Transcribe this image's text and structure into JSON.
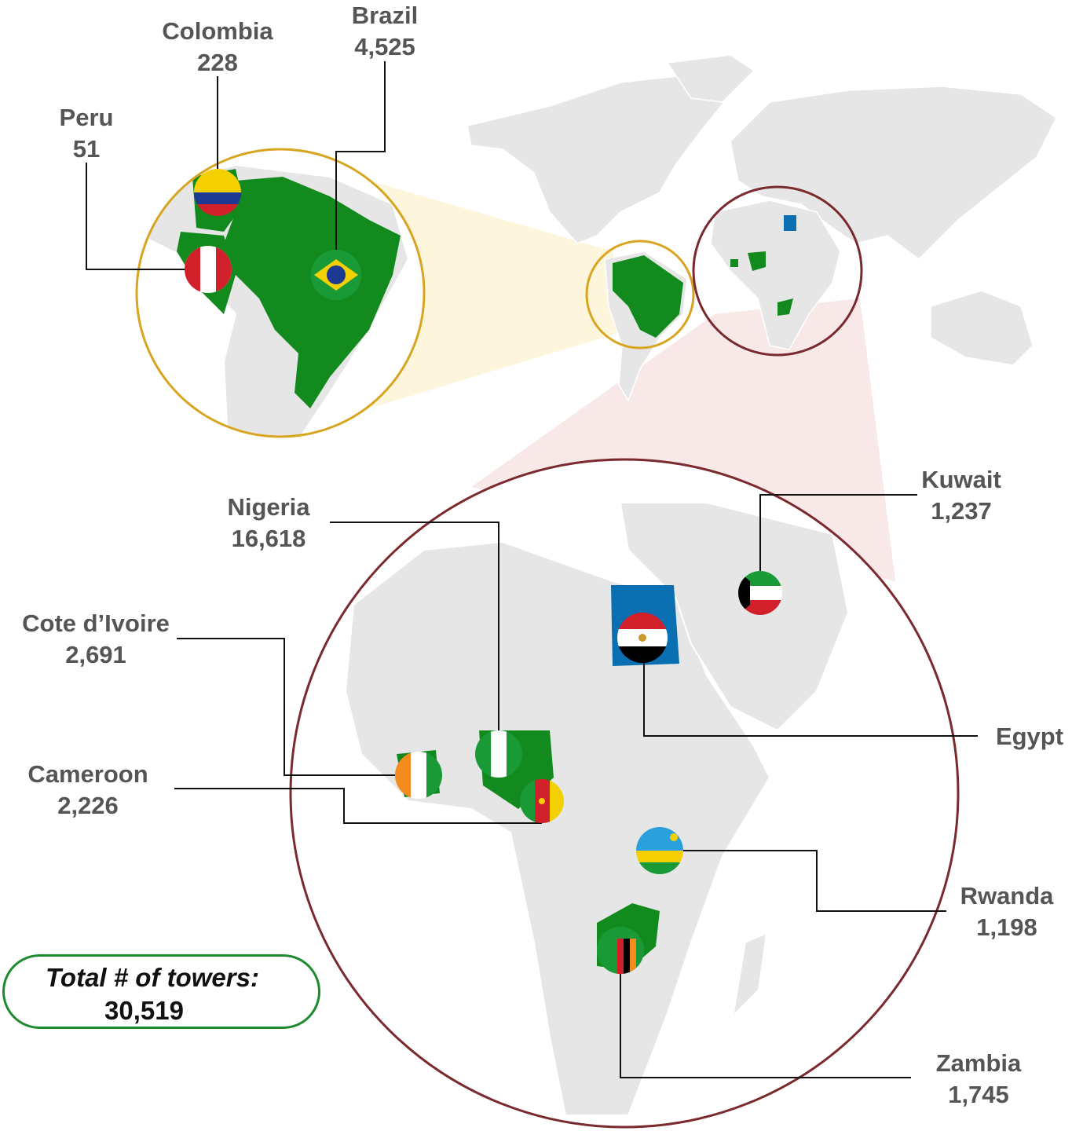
{
  "colors": {
    "highlight_country": "#138a1e",
    "egypt": "#0a6fb0",
    "land": "#e6e6e6",
    "border": "#ffffff",
    "south_america_circle": "#d8a521",
    "africa_circle": "#7a2a2e",
    "total_box": "#1e8a2e"
  },
  "countries": [
    {
      "name": "Brazil",
      "towers": "4,525",
      "flag": "brazil-flag"
    },
    {
      "name": "Colombia",
      "towers": "228",
      "flag": "colombia-flag"
    },
    {
      "name": "Peru",
      "towers": "51",
      "flag": "peru-flag"
    },
    {
      "name": "Nigeria",
      "towers": "16,618",
      "flag": "nigeria-flag"
    },
    {
      "name": "Kuwait",
      "towers": "1,237",
      "flag": "kuwait-flag"
    },
    {
      "name": "Cote d’Ivoire",
      "towers": "2,691",
      "flag": "cote-divoire-flag"
    },
    {
      "name": "Egypt",
      "flag": "egypt-flag"
    },
    {
      "name": "Cameroon",
      "towers": "2,226",
      "flag": "cameroon-flag"
    },
    {
      "name": "Rwanda",
      "towers": "1,198",
      "flag": "rwanda-flag"
    },
    {
      "name": "Zambia",
      "towers": "1,745",
      "flag": "zambia-flag"
    }
  ],
  "total": {
    "label": "Total # of towers:",
    "value": "30,519"
  }
}
